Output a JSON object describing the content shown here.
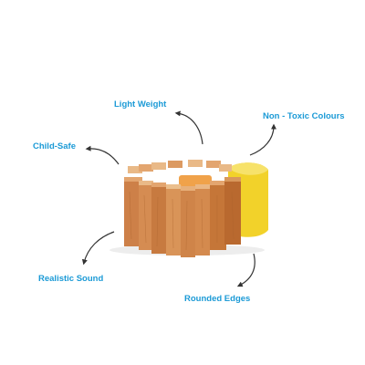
{
  "features": {
    "light_weight": "Light Weight",
    "non_toxic": "Non - Toxic Colours",
    "child_safe": "Child-Safe",
    "realistic_sound": "Realistic Sound",
    "rounded_edges": "Rounded Edges"
  },
  "colors": {
    "label_blue": "#1b9ad6",
    "arrow": "#333333",
    "wood_light": "#e3a56f",
    "wood_mid": "#cd8048",
    "wood_dark": "#a9622c",
    "yellow_block": "#f2d22a",
    "orange_block": "#f0a24a"
  }
}
